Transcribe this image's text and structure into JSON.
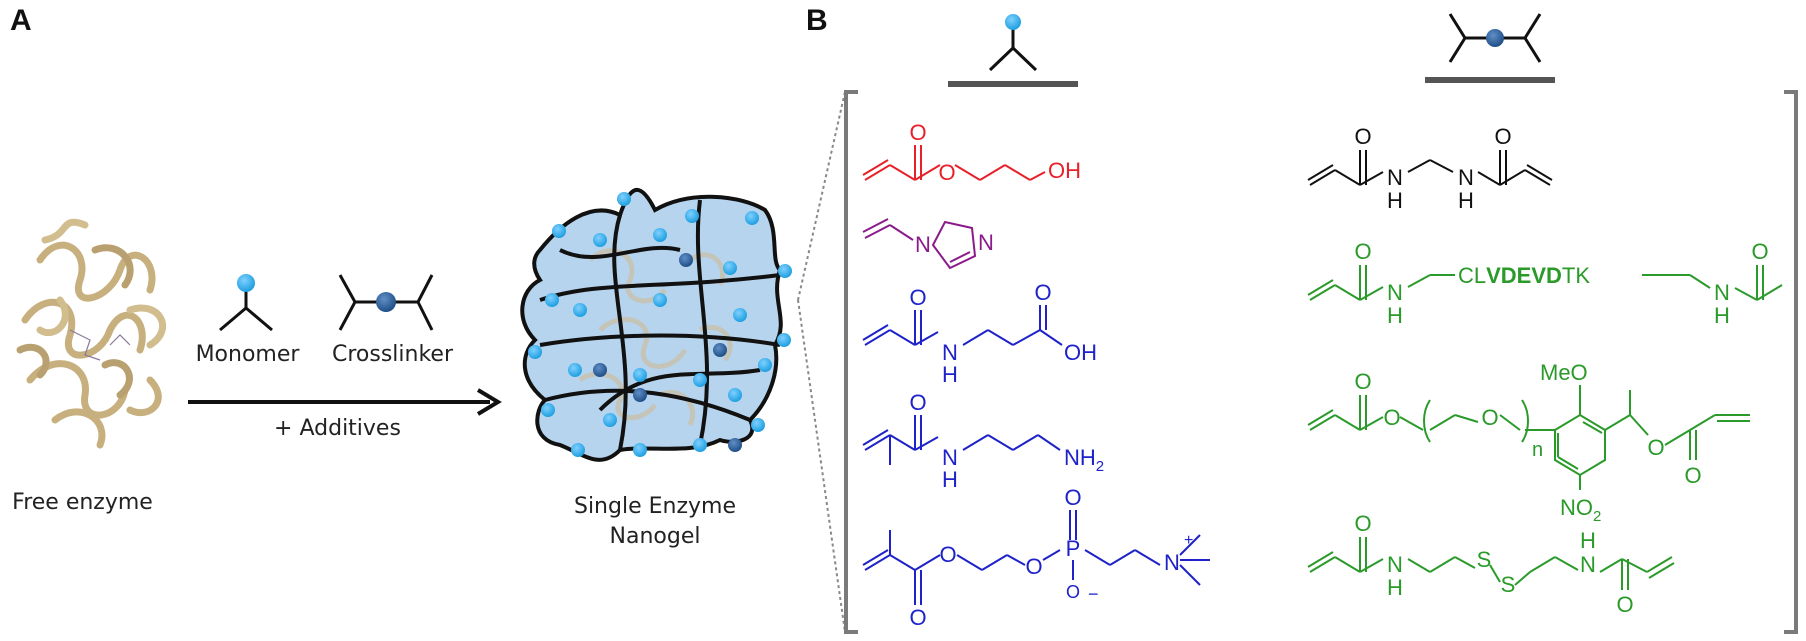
{
  "panel_a": {
    "label": "A",
    "monomer_label": "Monomer",
    "crosslinker_label": "Crosslinker",
    "additives_label": "+ Additives",
    "free_enzyme_label": "Free enzyme",
    "nanogel_label_line1": "Single Enzyme",
    "nanogel_label_line2": "Nanogel"
  },
  "panel_b": {
    "label": "B",
    "atoms": {
      "O": "O",
      "N": "N",
      "H": "H",
      "OH": "OH",
      "NH2_main": "NH",
      "NH2_sub": "2",
      "P": "P",
      "S": "S",
      "plus": "+",
      "minus": "−",
      "MeO": "MeO",
      "NO2_main": "NO",
      "NO2_sub": "2",
      "n": "n"
    },
    "peptide": {
      "prefix": "CL",
      "bold": "VDEVD",
      "suffix": "TK"
    }
  },
  "colors": {
    "red": "#e8202a",
    "purple": "#8b1a8b",
    "blue": "#1e22c8",
    "black": "#111111",
    "green": "#2a9a2a",
    "bead": "#1e9fe0",
    "bead_dark": "#1f4f86",
    "gel_fill": "#b7d4ee"
  }
}
